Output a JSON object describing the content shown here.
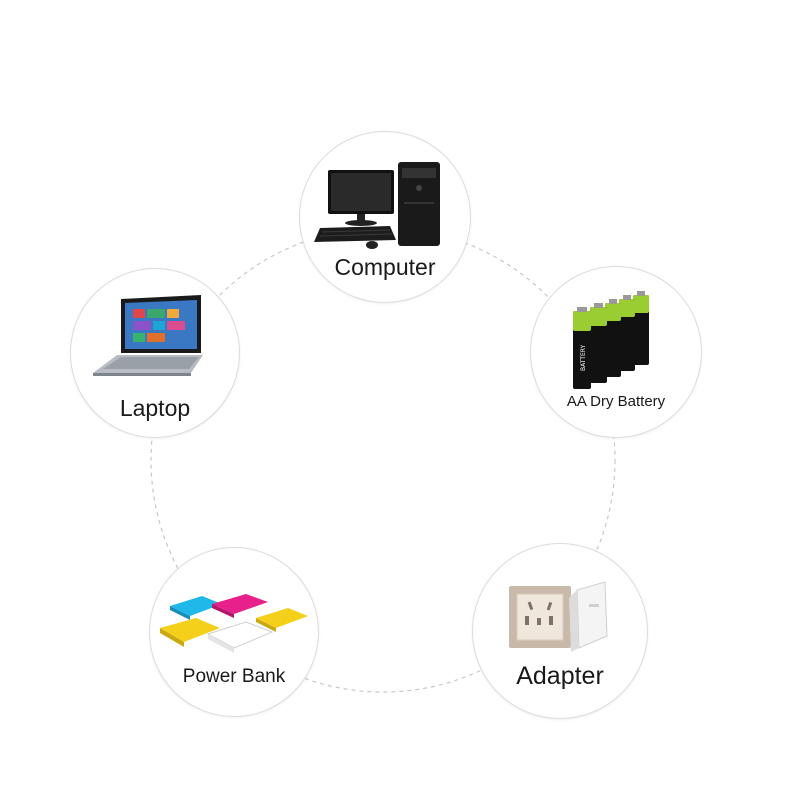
{
  "nodes": [
    {
      "label": "Computer",
      "icon": "computer-icon"
    },
    {
      "label": "AA Dry Battery",
      "icon": "aa-battery-icon",
      "battery_text": "BATTERY"
    },
    {
      "label": "Adapter",
      "icon": "adapter-icon"
    },
    {
      "label": "Power Bank",
      "icon": "power-bank-icon"
    },
    {
      "label": "Laptop",
      "icon": "laptop-icon"
    }
  ],
  "colors": {
    "background": "#ffffff",
    "circle_border": "#dcdcdc",
    "dashed_ring": "#c8c8c8",
    "label_text": "#1a1a1a",
    "battery_green": "#9acd32",
    "powerbank_cyan": "#1fb8e8",
    "powerbank_magenta": "#e8208c",
    "powerbank_yellow": "#f5d01a"
  }
}
